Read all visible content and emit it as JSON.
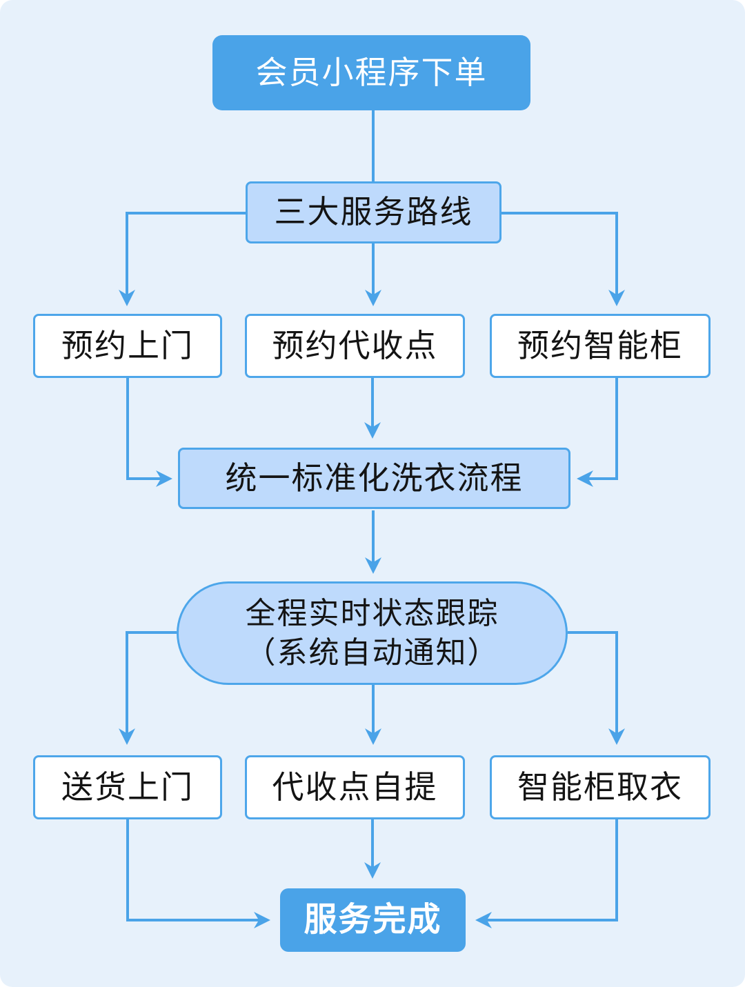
{
  "canvas": {
    "background_color": "#e7f1fb",
    "outer_background_color": "#ffffff",
    "accent_color": "#4aa3e8",
    "light_node_fill": "#bedafc",
    "node_border_color": "#4da6ea",
    "line_color": "#4aa3e8",
    "text_color": "#141414",
    "primary_text_color": "#ffffff"
  },
  "nodes": {
    "member_order": {
      "label": "会员小程序下单",
      "type": "primary"
    },
    "three_routes": {
      "label": "三大服务路线",
      "type": "light"
    },
    "book_home_pickup": {
      "label": "预约上门",
      "type": "white"
    },
    "book_dropoff_point": {
      "label": "预约代收点",
      "type": "white"
    },
    "book_smart_locker": {
      "label": "预约智能柜",
      "type": "white"
    },
    "standard_washing": {
      "label": "统一标准化洗衣流程",
      "type": "light"
    },
    "status_tracking": {
      "label_line1": "全程实时状态跟踪",
      "label_line2": "（系统自动通知）",
      "type": "stadium"
    },
    "home_delivery": {
      "label": "送货上门",
      "type": "white"
    },
    "dropoff_self_pickup": {
      "label": "代收点自提",
      "type": "white"
    },
    "locker_pickup": {
      "label": "智能柜取衣",
      "type": "white"
    },
    "service_complete": {
      "label": "服务完成",
      "type": "primary-bold"
    }
  },
  "edges": [
    {
      "from": "member_order",
      "to": "three_routes",
      "arrow": false
    },
    {
      "from": "three_routes",
      "to": "book_home_pickup",
      "arrow": true
    },
    {
      "from": "three_routes",
      "to": "book_dropoff_point",
      "arrow": true
    },
    {
      "from": "three_routes",
      "to": "book_smart_locker",
      "arrow": true
    },
    {
      "from": "book_home_pickup",
      "to": "standard_washing",
      "arrow": true
    },
    {
      "from": "book_dropoff_point",
      "to": "standard_washing",
      "arrow": true
    },
    {
      "from": "book_smart_locker",
      "to": "standard_washing",
      "arrow": true
    },
    {
      "from": "standard_washing",
      "to": "status_tracking",
      "arrow": true
    },
    {
      "from": "status_tracking",
      "to": "home_delivery",
      "arrow": true
    },
    {
      "from": "status_tracking",
      "to": "dropoff_self_pickup",
      "arrow": true
    },
    {
      "from": "status_tracking",
      "to": "locker_pickup",
      "arrow": true
    },
    {
      "from": "home_delivery",
      "to": "service_complete",
      "arrow": true
    },
    {
      "from": "dropoff_self_pickup",
      "to": "service_complete",
      "arrow": true
    },
    {
      "from": "locker_pickup",
      "to": "service_complete",
      "arrow": true
    }
  ]
}
